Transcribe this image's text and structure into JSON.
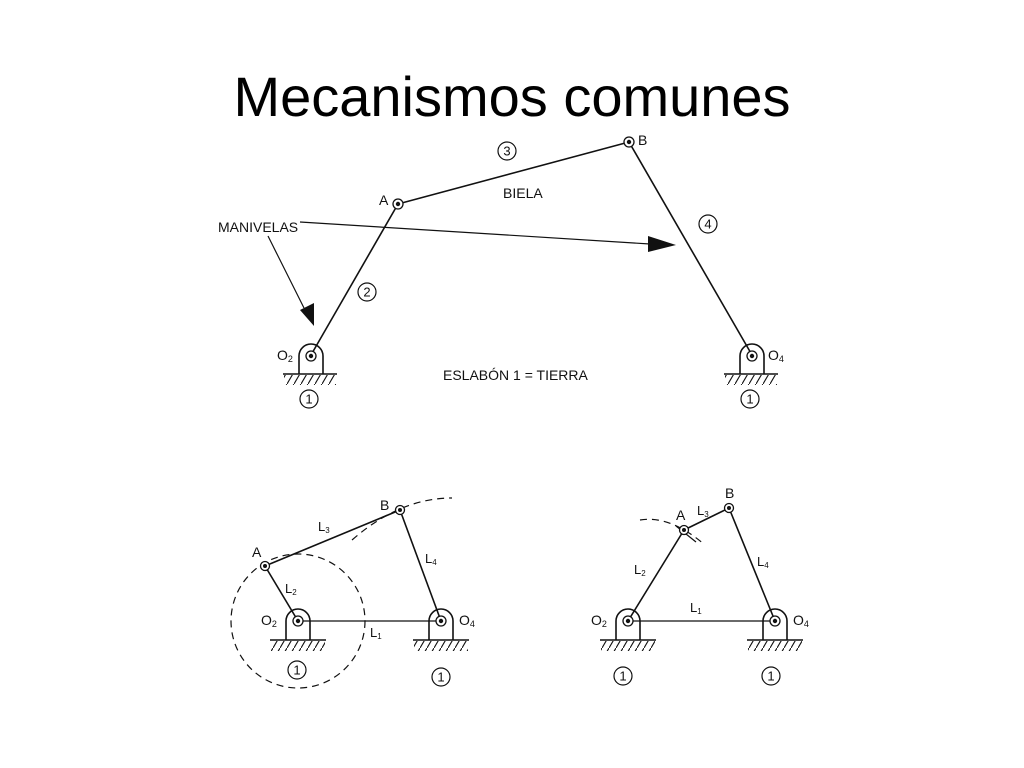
{
  "title": "Mecanismos comunes",
  "top_diagram": {
    "point_a": "A",
    "point_b": "B",
    "link_coupler_num": "3",
    "link_coupler_name": "BIELA",
    "link_crank_num": "2",
    "link_rocker_num": "4",
    "cranks_label": "MANIVELAS",
    "pivot_left": "O",
    "pivot_left_sub": "2",
    "pivot_right": "O",
    "pivot_right_sub": "4",
    "ground_num_left": "1",
    "ground_num_right": "1",
    "ground_caption": "ESLABÓN 1 = TIERRA"
  },
  "bottom_left": {
    "point_a": "A",
    "point_b": "B",
    "l2": "L",
    "l2_sub": "2",
    "l3": "L",
    "l3_sub": "3",
    "l4": "L",
    "l4_sub": "4",
    "l1": "L",
    "l1_sub": "1",
    "pivot_left": "O",
    "pivot_left_sub": "2",
    "pivot_right": "O",
    "pivot_right_sub": "4",
    "ground_num_left": "1",
    "ground_num_right": "1"
  },
  "bottom_right": {
    "point_a": "A",
    "point_b": "B",
    "l2": "L",
    "l2_sub": "2",
    "l3": "L",
    "l3_sub": "3",
    "l4": "L",
    "l4_sub": "4",
    "l1": "L",
    "l1_sub": "1",
    "pivot_left": "O",
    "pivot_left_sub": "2",
    "pivot_right": "O",
    "pivot_right_sub": "4",
    "ground_num_left": "1",
    "ground_num_right": "1"
  }
}
